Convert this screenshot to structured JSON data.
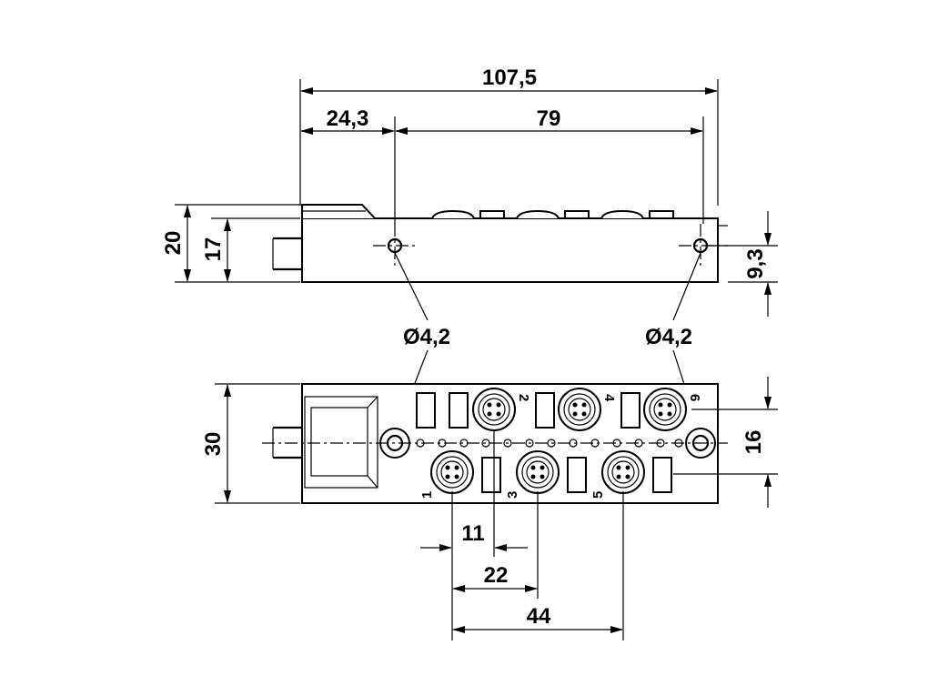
{
  "dimensions": {
    "overall_length": "107,5",
    "offset_left": "24,3",
    "hole_spacing": "79",
    "height_total": "20",
    "height_body": "17",
    "hole_height": "9,3",
    "hole_diameter_left": "Ø4,2",
    "hole_diameter_right": "Ø4,2",
    "width": "30",
    "width_inner": "16",
    "pitch_11": "11",
    "pitch_22": "22",
    "pitch_44": "44"
  },
  "ports": {
    "p1": "1",
    "p2": "2",
    "p3": "3",
    "p4": "4",
    "p5": "5",
    "p6": "6"
  }
}
